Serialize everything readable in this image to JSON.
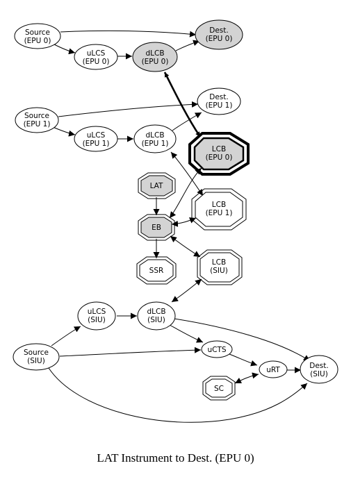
{
  "caption": "LAT Instrument to Dest. (EPU 0)",
  "colors": {
    "highlight_fill": "#d3d3d3",
    "stroke": "#000000",
    "plain_fill": "#ffffff"
  },
  "nodes": {
    "source_epu0": [
      "Source",
      "(EPU 0)"
    ],
    "ulcs_epu0": [
      "uLCS",
      "(EPU 0)"
    ],
    "dlcb_epu0": [
      "dLCB",
      "(EPU 0)"
    ],
    "dest_epu0": [
      "Dest.",
      "(EPU 0)"
    ],
    "source_epu1": [
      "Source",
      "(EPU 1)"
    ],
    "ulcs_epu1": [
      "uLCS",
      "(EPU 1)"
    ],
    "dlcb_epu1": [
      "dLCB",
      "(EPU 1)"
    ],
    "dest_epu1": [
      "Dest.",
      "(EPU 1)"
    ],
    "lcb_epu0": [
      "LCB",
      "(EPU 0)"
    ],
    "lat": [
      "LAT"
    ],
    "eb": [
      "EB"
    ],
    "lcb_epu1": [
      "LCB",
      "(EPU 1)"
    ],
    "ssr": [
      "SSR"
    ],
    "lcb_siu": [
      "LCB",
      "(SIU)"
    ],
    "ulcs_siu": [
      "uLCS",
      "(SIU)"
    ],
    "dlcb_siu": [
      "dLCB",
      "(SIU)"
    ],
    "source_siu": [
      "Source",
      "(SIU)"
    ],
    "ucts": [
      "uCTS"
    ],
    "urt": [
      "uRT"
    ],
    "dest_siu": [
      "Dest.",
      "(SIU)"
    ],
    "sc": [
      "SC"
    ]
  }
}
